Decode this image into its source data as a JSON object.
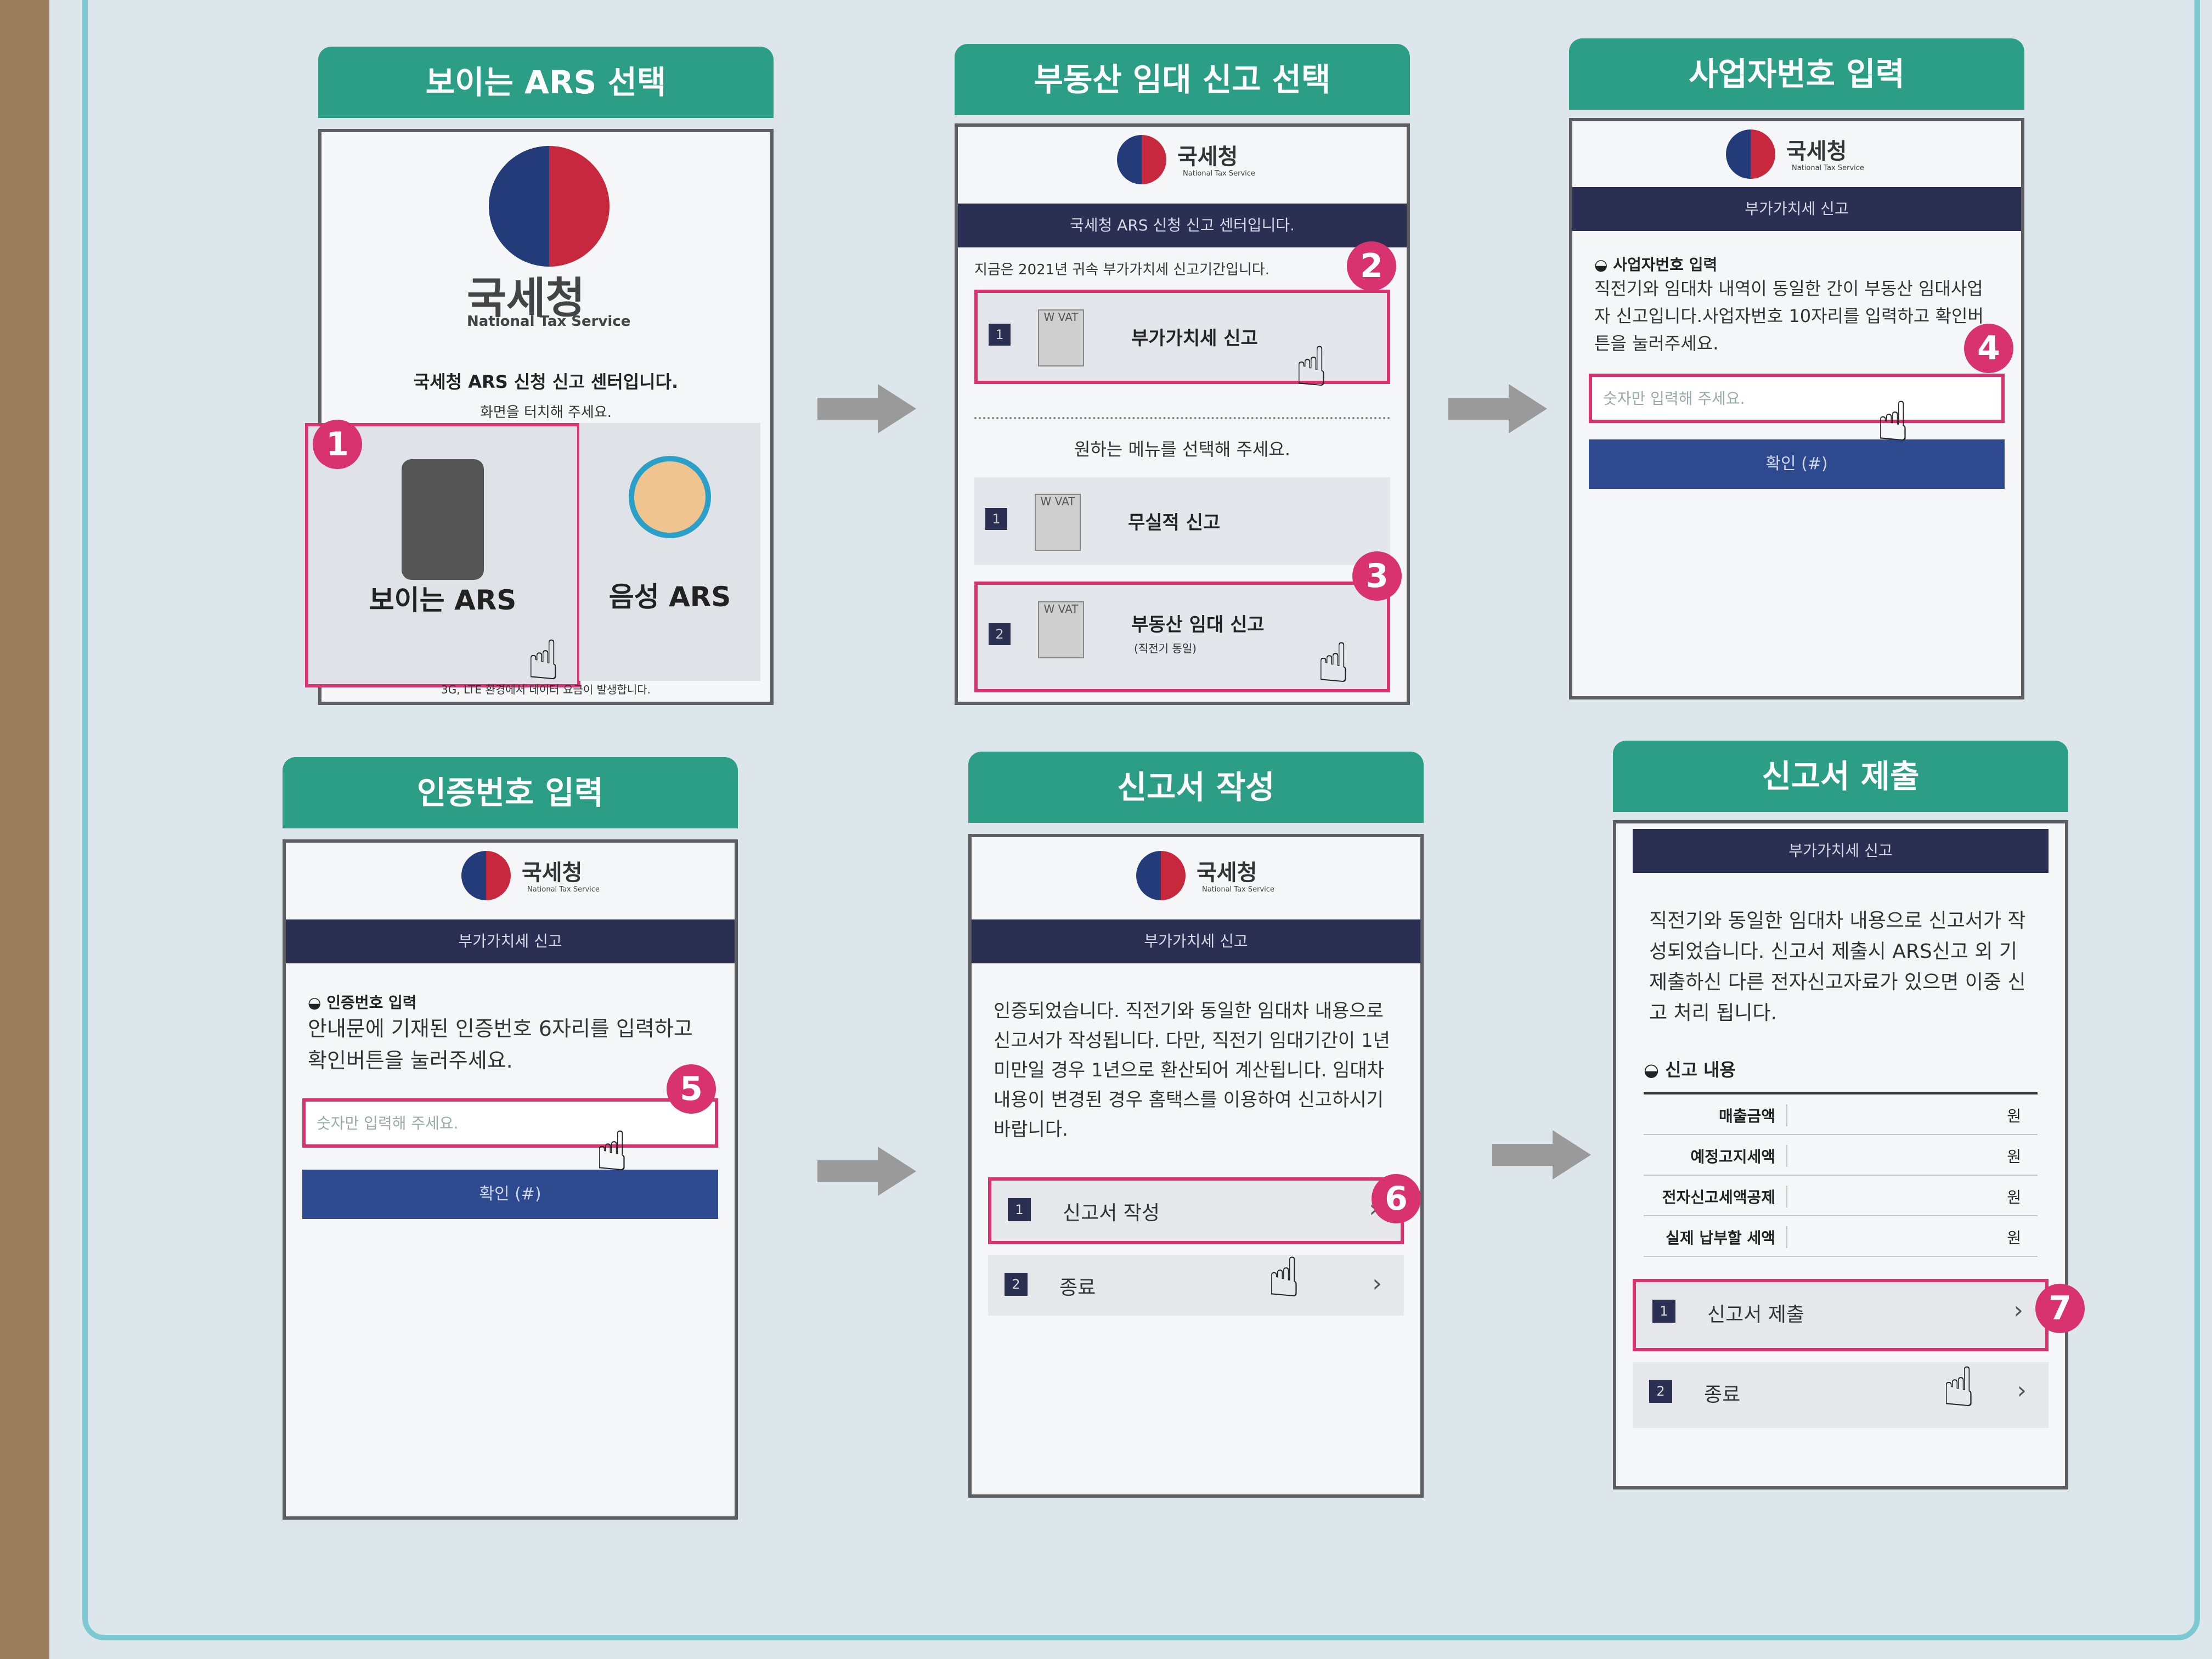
{
  "ui": {
    "accent_pink": "#d8336f",
    "header_teal": "#2c9e86",
    "navy": "#2b2f52",
    "button_blue": "#2d4a8e"
  },
  "logo": {
    "name": "국세청",
    "sub": "National Tax Service"
  },
  "steps": {
    "s1": {
      "title": "보이는 ARS 선택",
      "center_text": "국세청 ARS 신청 신고 센터입니다.",
      "touch_hint": "화면을 터치해 주세요.",
      "opt1": "보이는 ARS",
      "opt2": "음성 ARS",
      "footer": "3G, LTE 환경에서 데이터 요금이 발생합니다.",
      "badge": "1"
    },
    "s2": {
      "title": "부동산 임대 신고 선택",
      "bar": "국세청 ARS 신청 신고 센터입니다.",
      "period": "지금은 2021년 귀속 부가가치세 신고기간입니다.",
      "item_vat": "부가가치세 신고",
      "menu_prompt": "원하는 메뉴를 선택해 주세요.",
      "item_noperf": "무실적 신고",
      "item_lease": "부동산 임대 신고",
      "item_lease_sub": "(직전기 동일)",
      "n1": "1",
      "n2": "1",
      "n3": "2",
      "badge_a": "2",
      "badge_b": "3",
      "vat_icon": "W VAT"
    },
    "s3": {
      "title": "사업자번호 입력",
      "bar": "부가가치세 신고",
      "label": "사업자번호 입력",
      "desc": "직전기와 임대차 내역이 동일한 간이 부동산 임대사업자 신고입니다.사업자번호 10자리를 입력하고 확인버튼을 눌러주세요.",
      "placeholder": "숫자만 입력해 주세요.",
      "confirm": "확인 (#)",
      "badge": "4"
    },
    "s4": {
      "title": "인증번호 입력",
      "bar": "부가가치세 신고",
      "label": "인증번호 입력",
      "desc": "안내문에 기재된 인증번호 6자리를 입력하고 확인버튼을 눌러주세요.",
      "placeholder": "숫자만 입력해 주세요.",
      "confirm": "확인 (#)",
      "badge": "5"
    },
    "s5": {
      "title": "신고서 작성",
      "bar": "부가가치세 신고",
      "desc": "인증되었습니다. 직전기와 동일한 임대차 내용으로 신고서가 작성됩니다. 다만, 직전기 임대기간이 1년 미만일 경우 1년으로 환산되어 계산됩니다. 임대차 내용이 변경된 경우 홈택스를 이용하여 신고하시기 바랍니다.",
      "item1": "신고서 작성",
      "item2": "종료",
      "n1": "1",
      "n2": "2",
      "badge": "6"
    },
    "s6": {
      "title": "신고서 제출",
      "bar": "부가가치세 신고",
      "desc": "직전기와 동일한 임대차 내용으로 신고서가 작성되었습니다. 신고서 제출시 ARS신고 외 기 제출하신 다른 전자신고자료가 있으면 이중 신고 처리 됩니다.",
      "section": "신고 내용",
      "rows": [
        {
          "k": "매출금액",
          "v": "원"
        },
        {
          "k": "예정고지세액",
          "v": "원"
        },
        {
          "k": "전자신고세액공제",
          "v": "원"
        },
        {
          "k": "실제 납부할 세액",
          "v": "원"
        }
      ],
      "item1": "신고서 제출",
      "item2": "종료",
      "n1": "1",
      "n2": "2",
      "badge": "7"
    }
  }
}
